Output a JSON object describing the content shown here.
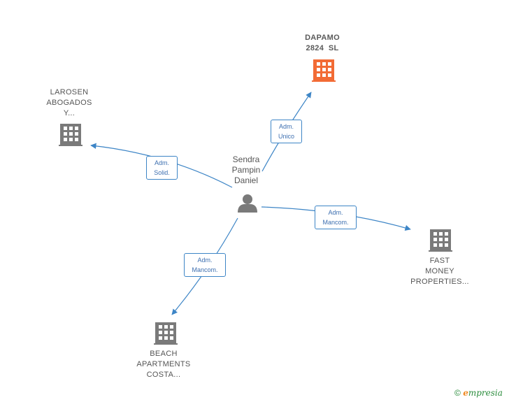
{
  "nodes": {
    "dapamo": {
      "lines": [
        "DAPAMO",
        "2824  SL"
      ],
      "icon": "building-icon",
      "color": "#f26b35"
    },
    "larosen": {
      "lines": [
        "LAROSEN",
        "ABOGADOS",
        "Y..."
      ],
      "icon": "building-icon",
      "color": "#7a7a7a"
    },
    "person": {
      "lines": [
        "Sendra",
        "Pampin",
        "Daniel"
      ],
      "icon": "person-icon",
      "color": "#7a7a7a"
    },
    "fast": {
      "lines": [
        "FAST",
        "MONEY",
        "PROPERTIES..."
      ],
      "icon": "building-icon",
      "color": "#7a7a7a"
    },
    "beach": {
      "lines": [
        "BEACH",
        "APARTMENTS",
        "COSTA..."
      ],
      "icon": "building-icon",
      "color": "#7a7a7a"
    }
  },
  "edges": {
    "to_dapamo": {
      "lines": [
        "Adm.",
        "Unico"
      ]
    },
    "to_larosen": {
      "lines": [
        "Adm.",
        "Solid."
      ]
    },
    "to_fast": {
      "lines": [
        "Adm.",
        "Mancom."
      ]
    },
    "to_beach": {
      "lines": [
        "Adm.",
        "Mancom."
      ]
    }
  },
  "footer": {
    "copyright": "©",
    "brand_e": "e",
    "brand_rest": "mpresia"
  },
  "colors": {
    "edge": "#3d85c6",
    "building_main": "#f26b35",
    "building": "#7a7a7a",
    "person": "#7a7a7a"
  }
}
